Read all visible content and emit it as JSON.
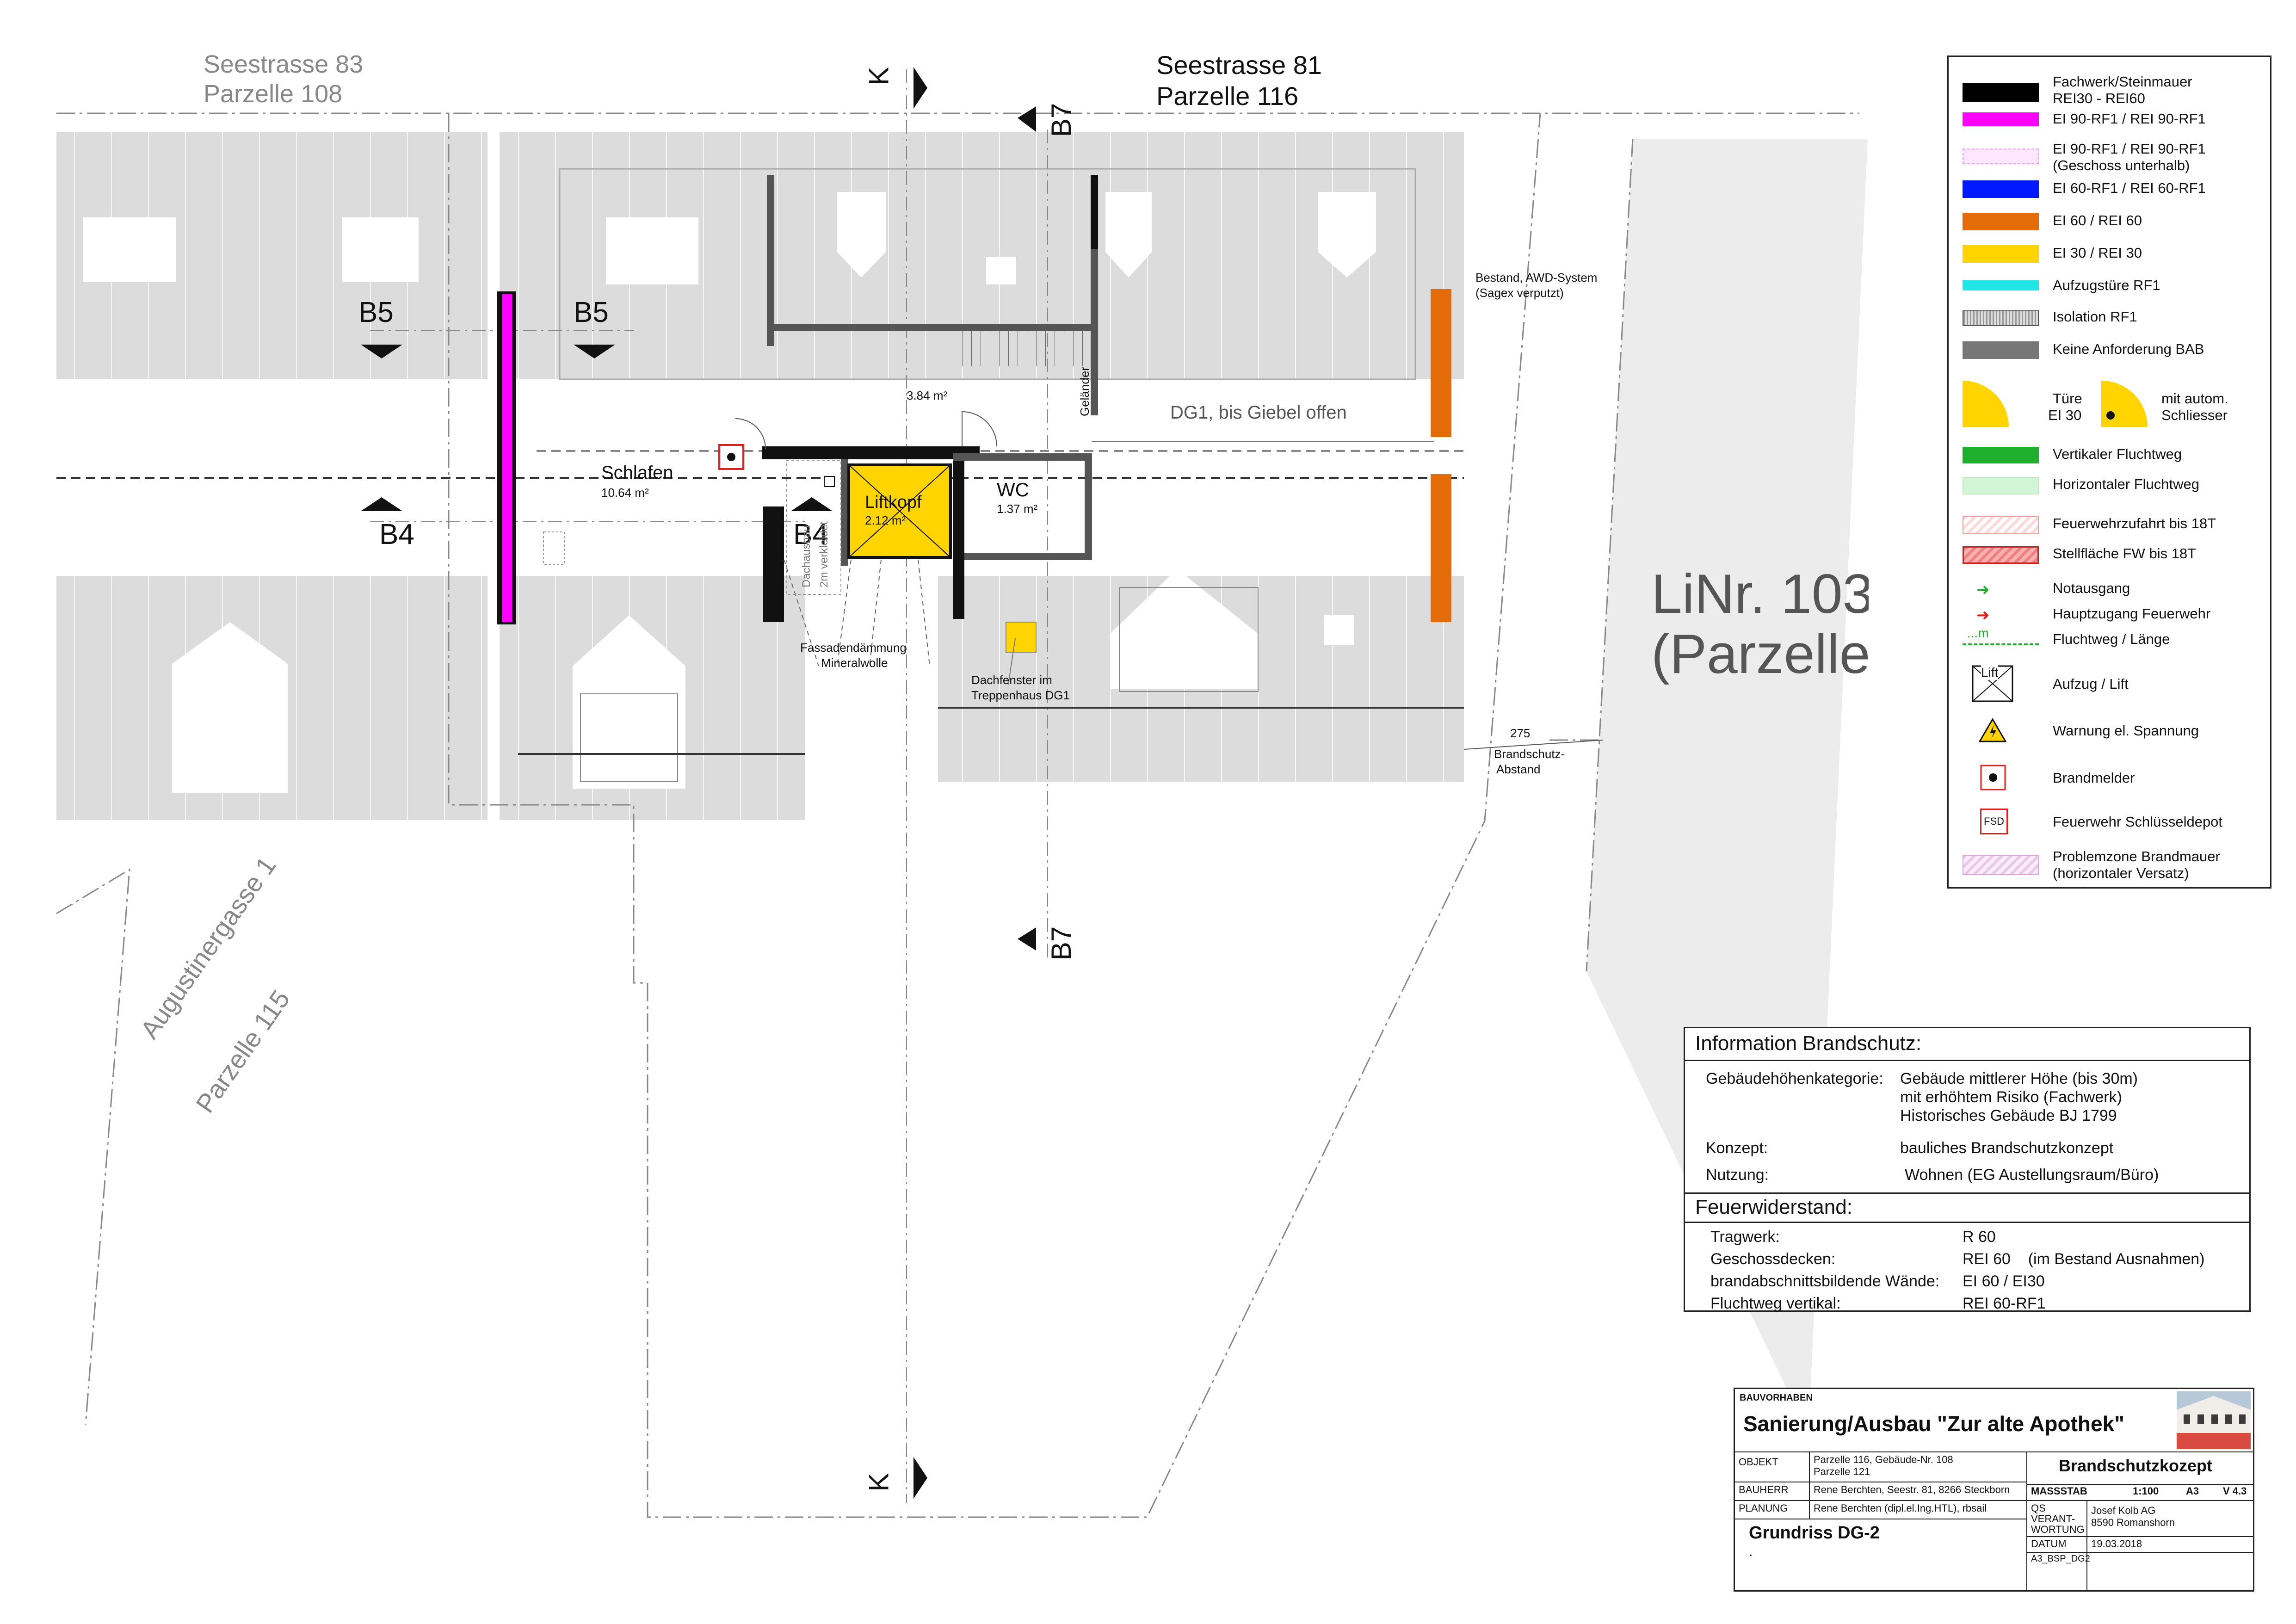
{
  "plan": {
    "streets": {
      "seestrasse83": "Seestrasse 83",
      "parzelle108": "Parzelle 108",
      "seestrasse81": "Seestrasse 81",
      "parzelle116": "Parzelle 116",
      "augustinergasse": "Augustinergasse 1",
      "parzelle115": "Parzelle 115",
      "linr": "LiNr. 103",
      "parzelle_right": "(Parzelle"
    },
    "sections": {
      "k_top": "K",
      "k_bottom": "K",
      "b7_top": "B7",
      "b7_bottom": "B7",
      "b5_left": "B5",
      "b5_right": "B5",
      "b4_left": "B4",
      "b4_right": "B4"
    },
    "rooms": {
      "schlafen": "Schlafen",
      "schlafen_area": "10.64 m²",
      "liftkopf": "Liftkopf",
      "liftkopf_area": "2.12 m²",
      "wc": "WC",
      "wc_area": "1.37 m²",
      "stair_area": "3.84 m²",
      "dg1": "DG1, bis Giebel offen",
      "gelaender": "Geländer",
      "dachaus": "Dachausbau",
      "dach_sub": "2m verkleidet"
    },
    "notes": {
      "bestand_1": "Bestand, AWD-System",
      "bestand_2": "(Sagex verputzt)",
      "fassade_1": "Fassadendämmung",
      "fassade_2": "Mineralwolle",
      "dachfenster_1": "Dachfenster im",
      "dachfenster_2": "Treppenhaus DG1",
      "dim_275": "275",
      "brandschutz_1": "Brandschutz-",
      "brandschutz_2": "Abstand"
    }
  },
  "legend": {
    "items": [
      {
        "label": "Fachwerk/Steinmauer",
        "label2": "REI30 - REI60",
        "color": "#000000"
      },
      {
        "label": "EI 90-RF1 / REI 90-RF1",
        "color": "#ff00ff"
      },
      {
        "label": "EI 90-RF1 / REI 90-RF1",
        "label2": "(Geschoss unterhalb)",
        "color": "#ffd6ff"
      },
      {
        "label": "EI 60-RF1 / REI 60-RF1",
        "color": "#0019ff"
      },
      {
        "label": "EI 60 / REI 60",
        "color": "#e36c09"
      },
      {
        "label": "EI 30 / REI 30",
        "color": "#ffd400"
      },
      {
        "label": "Aufzugstüre RF1",
        "color": "#22e5e5"
      },
      {
        "label": "Isolation RF1",
        "color": "#bbbbbb"
      },
      {
        "label": "Keine Anforderung BAB",
        "color": "#777777"
      },
      {
        "label": "Türe",
        "label2": "EI 30",
        "label3": "mit autom.",
        "label4": "Schliesser",
        "color": "#ffd400"
      },
      {
        "label": "Vertikaler Fluchtweg",
        "color": "#1fae2e"
      },
      {
        "label": "Horizontaler Fluchtweg",
        "color": "#d3f5d7"
      },
      {
        "label": "Feuerwehrzufahrt bis 18T",
        "color": "#ffd9d9"
      },
      {
        "label": "Stellfläche FW  bis 18T",
        "color": "#f08080"
      },
      {
        "label": "Notausgang",
        "color": "#1fae2e"
      },
      {
        "label": "Hauptzugang Feuerwehr",
        "color": "#e02020"
      },
      {
        "label": "Fluchtweg / Länge",
        "sym": "...m",
        "color": "#1fae2e"
      },
      {
        "label": "Aufzug / Lift",
        "sym": "Lift"
      },
      {
        "label": "Warnung el. Spannung",
        "color": "#ffd400"
      },
      {
        "label": "Brandmelder",
        "color": "#e02020"
      },
      {
        "label": "Feuerwehr Schlüsseldepot",
        "sym": "FSD",
        "color": "#e02020"
      },
      {
        "label": "Problemzone Brandmauer",
        "label2": "(horizontaler Versatz)",
        "color": "#e9c8e9"
      }
    ]
  },
  "info": {
    "title": "Information Brandschutz:",
    "rows": [
      {
        "key": "Gebäudehöhenkategorie:",
        "value": "Gebäude mittlerer Höhe (bis 30m)",
        "value2": "mit erhöhtem Risiko (Fachwerk)",
        "value3": "Historisches Gebäude BJ 1799"
      },
      {
        "key": "Konzept:",
        "value": "bauliches Brandschutzkonzept"
      },
      {
        "key": "Nutzung:",
        "value": "Wohnen (EG Austellungsraum/Büro)"
      }
    ],
    "fw_title": "Feuerwiderstand:",
    "fw_rows": [
      {
        "key": "Tragwerk:",
        "value": "R 60"
      },
      {
        "key": "Geschossdecken:",
        "value": "REI 60    (im Bestand Ausnahmen)"
      },
      {
        "key": "brandabschnittsbildende Wände:",
        "value": "EI 60 / EI30"
      },
      {
        "key": "Fluchtweg vertikal:",
        "value": "REI 60-RF1"
      }
    ]
  },
  "titleblock": {
    "bauvorhaben": "BAUVORHABEN",
    "project": "Sanierung/Ausbau \"Zur alte Apothek\"",
    "objekt_label": "OBJEKT",
    "objekt_1": "Parzelle 116, Gebäude-Nr. 108",
    "objekt_2": "Parzelle 121",
    "doc_title": "Brandschutzkozept",
    "bauherr_label": "BAUHERR",
    "bauherr": "Rene Berchten, Seestr. 81, 8266 Steckborn",
    "massstab_label": "MASSSTAB",
    "massstab": "1:100",
    "format": "A3",
    "version": "V 4.3",
    "planung_label": "PLANUNG",
    "planung": "Rene Berchten (dipl.el.Ing.HTL),  rbsail",
    "qs_1": "QS",
    "qs_2": "VERANT-",
    "qs_3": "WORTUNG",
    "qs_company": "Josef Kolb AG",
    "qs_city": "8590 Romanshorn",
    "plan_title": "Grundriss DG-2",
    "dot": ".",
    "datum_label": "DATUM",
    "datum": "19.03.2018",
    "file": "A3_BSP_DG2"
  }
}
